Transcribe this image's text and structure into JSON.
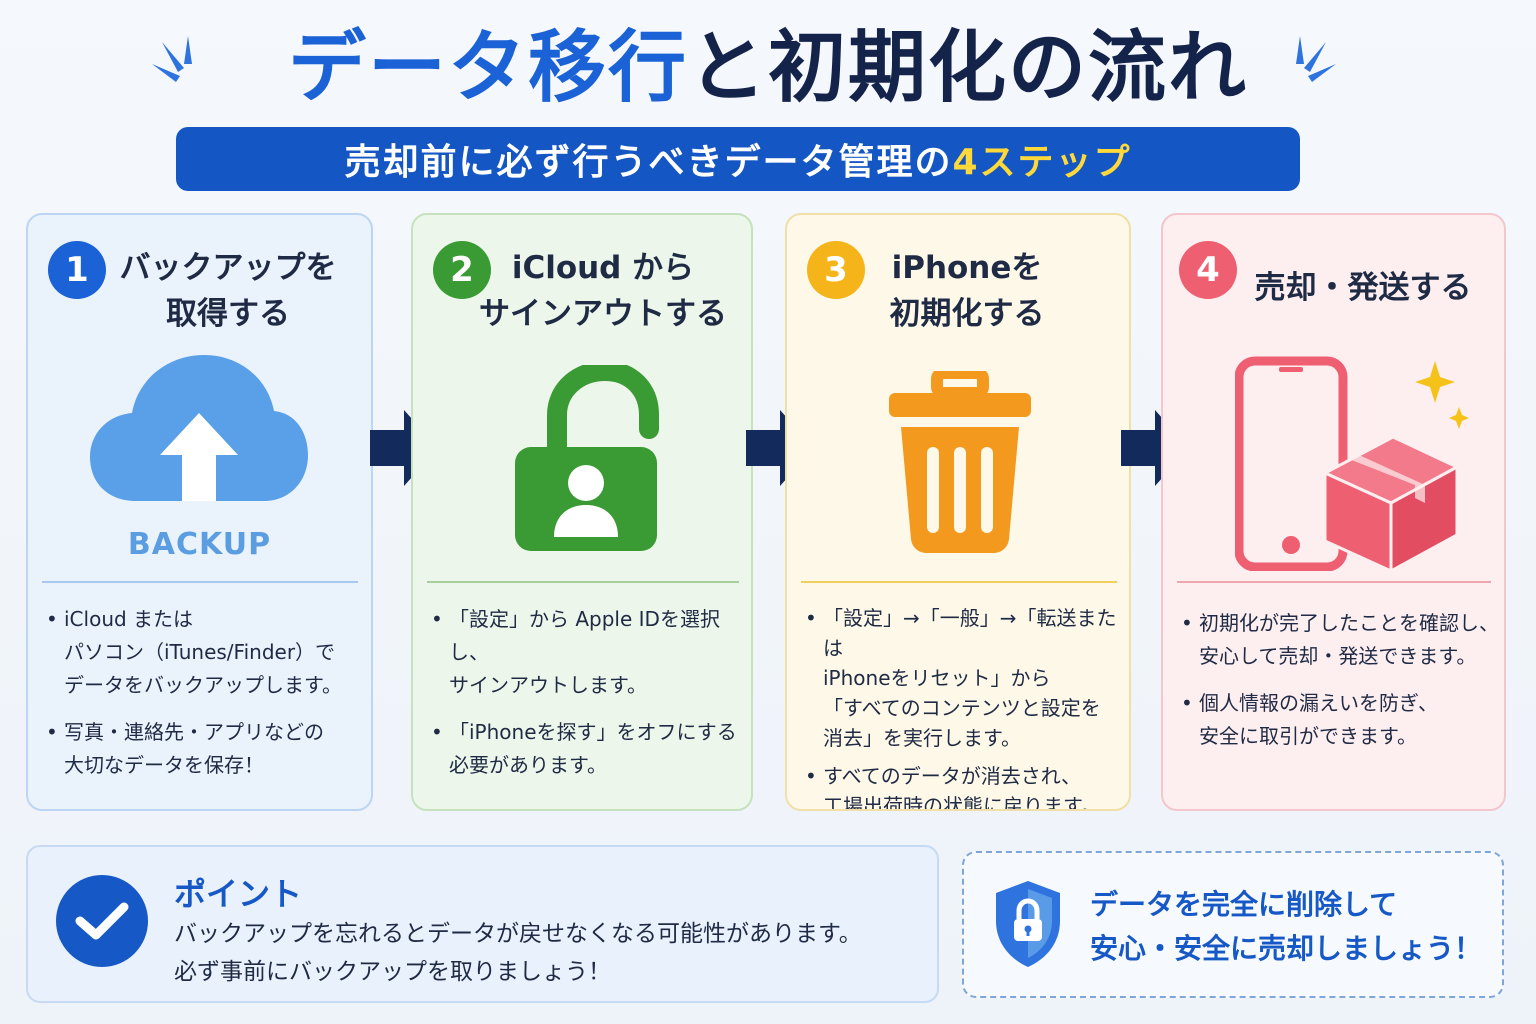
{
  "header": {
    "title_part1": "データ移行",
    "title_part2": "と初期化の流れ",
    "subtitle_main": "売却前に必ず行うべきデータ管理の",
    "subtitle_accent": "4ステップ"
  },
  "steps": [
    {
      "number": "1",
      "title_line1": "バックアップを",
      "title_line2": "取得する",
      "icon": "cloud-upload-icon",
      "icon_label": "BACKUP",
      "bullets": [
        "iCloud または\nパソコン（iTunes/Finder）で\nデータをバックアップします。",
        "写真・連絡先・アプリなどの\n大切なデータを保存！"
      ]
    },
    {
      "number": "2",
      "title_line1": "iCloud から",
      "title_line2": "サインアウトする",
      "icon": "unlock-user-icon",
      "bullets": [
        "「設定」から Apple IDを選択し、\nサインアウトします。",
        "「iPhoneを探す」をオフにする\n必要があります。"
      ]
    },
    {
      "number": "3",
      "title_line1": "iPhoneを",
      "title_line2": "初期化する",
      "icon": "trash-icon",
      "bullets": [
        "「設定」→「一般」→「転送または\niPhoneをリセット」から\n「すべてのコンテンツと設定を\n消去」を実行します。",
        "すべてのデータが消去され、\n工場出荷時の状態に戻ります。"
      ]
    },
    {
      "number": "4",
      "title_line1": "売却・発送する",
      "icon": "phone-box-icon",
      "bullets": [
        "初期化が完了したことを確認し、\n安心して売却・発送できます。",
        "個人情報の漏えいを防ぎ、\n安全に取引ができます。"
      ]
    }
  ],
  "point": {
    "title": "ポイント",
    "line1": "バックアップを忘れるとデータが戻せなくなる可能性があります。",
    "line2": "必ず事前にバックアップを取りましょう！"
  },
  "safe": {
    "line1": "データを完全に削除して",
    "line2": "安心・安全に売却しましょう！"
  },
  "colors": {
    "blue": "#1a62d6",
    "navy": "#14234a",
    "green": "#3a9a34",
    "orange": "#f39a1e",
    "pink": "#ee5f72",
    "yellow_accent": "#ffd93a"
  }
}
